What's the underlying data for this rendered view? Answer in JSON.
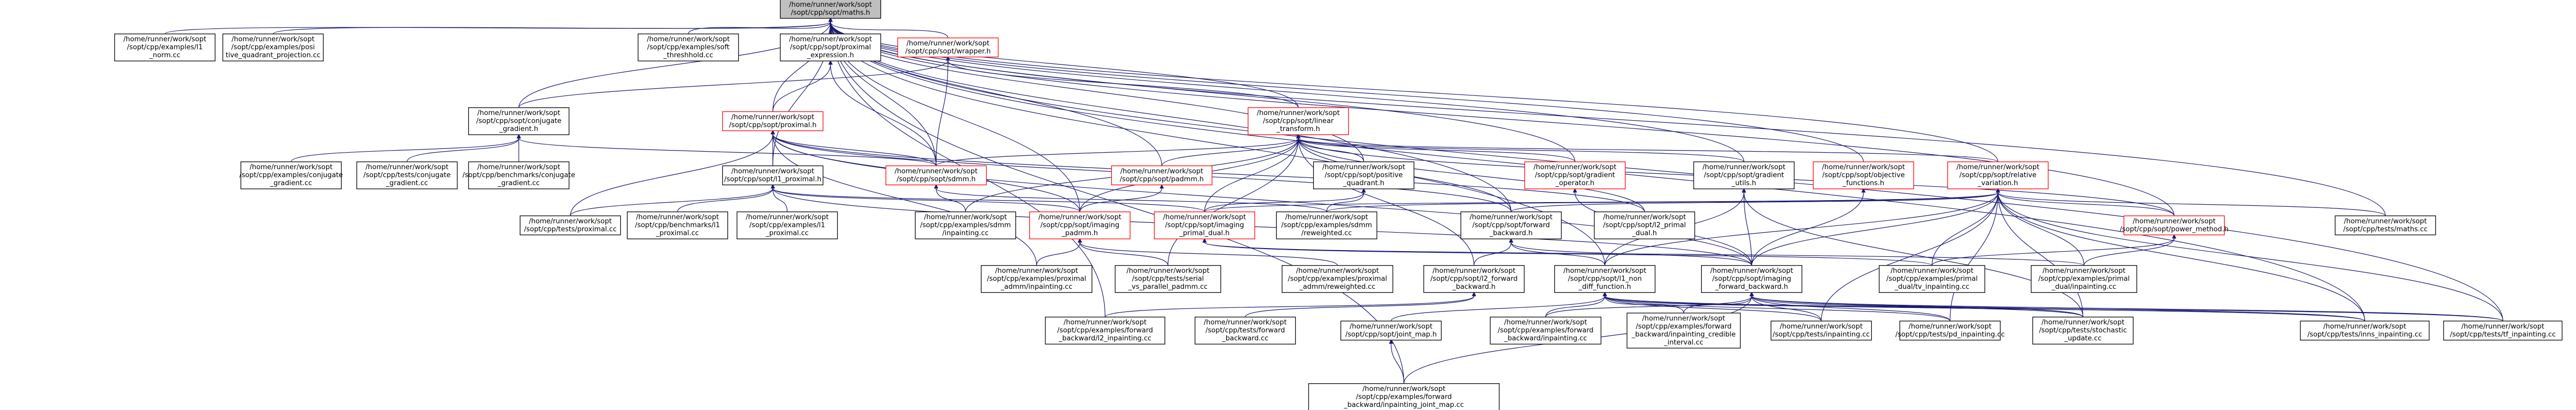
{
  "graph": {
    "nodes": [
      {
        "id": "mathh",
        "lines": [
          "/home/runner/work/sopt",
          "/sopt/cpp/sopt/maths.h"
        ],
        "style": "root"
      },
      {
        "id": "l1norm",
        "lines": [
          "/home/runner/work/sopt",
          "/sopt/cpp/examples/l1",
          "_norm.cc"
        ],
        "style": "normal"
      },
      {
        "id": "posquad",
        "lines": [
          "/home/runner/work/sopt",
          "/sopt/cpp/examples/posi",
          "tive_quadrant_projection.cc"
        ],
        "style": "normal"
      },
      {
        "id": "softthresh",
        "lines": [
          "/home/runner/work/sopt",
          "/sopt/cpp/examples/soft",
          "_threshhold.cc"
        ],
        "style": "normal"
      },
      {
        "id": "proxexpr",
        "lines": [
          "/home/runner/work/sopt",
          "/sopt/cpp/sopt/proximal",
          "_expression.h"
        ],
        "style": "normal"
      },
      {
        "id": "wrapper",
        "lines": [
          "/home/runner/work/sopt",
          "/sopt/cpp/sopt/wrapper.h"
        ],
        "style": "red"
      },
      {
        "id": "conjgrad",
        "lines": [
          "/home/runner/work/sopt",
          "/sopt/cpp/sopt/conjugate",
          "_gradient.h"
        ],
        "style": "normal"
      },
      {
        "id": "proximal",
        "lines": [
          "/home/runner/work/sopt",
          "/sopt/cpp/sopt/proximal.h"
        ],
        "style": "red"
      },
      {
        "id": "lintrans",
        "lines": [
          "/home/runner/work/sopt",
          "/sopt/cpp/sopt/linear",
          "_transform.h"
        ],
        "style": "red"
      },
      {
        "id": "exconj",
        "lines": [
          "/home/runner/work/sopt",
          "/sopt/cpp/examples/conjugate",
          "_gradient.cc"
        ],
        "style": "normal"
      },
      {
        "id": "testconj",
        "lines": [
          "/home/runner/work/sopt",
          "/sopt/cpp/tests/conjugate",
          "_gradient.cc"
        ],
        "style": "normal"
      },
      {
        "id": "benchconj",
        "lines": [
          "/home/runner/work/sopt",
          "/sopt/cpp/benchmarks/conjugate",
          "_gradient.cc"
        ],
        "style": "normal"
      },
      {
        "id": "l1prox",
        "lines": [
          "/home/runner/work/sopt",
          "/sopt/cpp/sopt/l1_proximal.h"
        ],
        "style": "normal"
      },
      {
        "id": "sdmm",
        "lines": [
          "/home/runner/work/sopt",
          "/sopt/cpp/sopt/sdmm.h"
        ],
        "style": "red"
      },
      {
        "id": "padmmh",
        "lines": [
          "/home/runner/work/sopt",
          "/sopt/cpp/sopt/padmm.h"
        ],
        "style": "red"
      },
      {
        "id": "posquadh",
        "lines": [
          "/home/runner/work/sopt",
          "/sopt/cpp/sopt/positive",
          "_quadrant.h"
        ],
        "style": "normal"
      },
      {
        "id": "gradop",
        "lines": [
          "/home/runner/work/sopt",
          "/sopt/cpp/sopt/gradient",
          "_operator.h"
        ],
        "style": "red"
      },
      {
        "id": "gradutils",
        "lines": [
          "/home/runner/work/sopt",
          "/sopt/cpp/sopt/gradient",
          "_utils.h"
        ],
        "style": "normal"
      },
      {
        "id": "objfunc",
        "lines": [
          "/home/runner/work/sopt",
          "/sopt/cpp/sopt/objective",
          "_functions.h"
        ],
        "style": "red"
      },
      {
        "id": "relvar",
        "lines": [
          "/home/runner/work/sopt",
          "/sopt/cpp/sopt/relative",
          "_variation.h"
        ],
        "style": "red"
      },
      {
        "id": "testprox",
        "lines": [
          "/home/runner/work/sopt",
          "/sopt/cpp/tests/proximal.cc"
        ],
        "style": "normal"
      },
      {
        "id": "benchl1",
        "lines": [
          "/home/runner/work/sopt",
          "/sopt/cpp/benchmarks/l1",
          "_proximal.cc"
        ],
        "style": "normal"
      },
      {
        "id": "exl1",
        "lines": [
          "/home/runner/work/sopt",
          "/sopt/cpp/examples/l1",
          "_proximal.cc"
        ],
        "style": "normal"
      },
      {
        "id": "sdmminp",
        "lines": [
          "/home/runner/work/sopt",
          "/sopt/cpp/examples/sdmm",
          "/inpainting.cc"
        ],
        "style": "normal"
      },
      {
        "id": "imgpadmm",
        "lines": [
          "/home/runner/work/sopt",
          "/sopt/cpp/sopt/imaging",
          "_padmm.h"
        ],
        "style": "red"
      },
      {
        "id": "imgprimaldual",
        "lines": [
          "/home/runner/work/sopt",
          "/sopt/cpp/sopt/imaging",
          "_primal_dual.h"
        ],
        "style": "red"
      },
      {
        "id": "sdmmrw",
        "lines": [
          "/home/runner/work/sopt",
          "/sopt/cpp/examples/sdmm",
          "/reweighted.cc"
        ],
        "style": "normal"
      },
      {
        "id": "fwdbwd",
        "lines": [
          "/home/runner/work/sopt",
          "/sopt/cpp/sopt/forward",
          "_backward.h"
        ],
        "style": "normal"
      },
      {
        "id": "l2primal",
        "lines": [
          "/home/runner/work/sopt",
          "/sopt/cpp/sopt/l2_primal",
          "_dual.h"
        ],
        "style": "normal"
      },
      {
        "id": "powermethod",
        "lines": [
          "/home/runner/work/sopt",
          "/sopt/cpp/sopt/power_method.h"
        ],
        "style": "red"
      },
      {
        "id": "testsmaths",
        "lines": [
          "/home/runner/work/sopt",
          "/sopt/cpp/tests/maths.cc"
        ],
        "style": "normal"
      },
      {
        "id": "proxadmminp",
        "lines": [
          "/home/runner/work/sopt",
          "/sopt/cpp/examples/proximal",
          "_admm/inpainting.cc"
        ],
        "style": "normal"
      },
      {
        "id": "serialpadmm",
        "lines": [
          "/home/runner/work/sopt",
          "/sopt/cpp/tests/serial",
          "_vs_parallel_padmm.cc"
        ],
        "style": "normal"
      },
      {
        "id": "proxadmmrw",
        "lines": [
          "/home/runner/work/sopt",
          "/sopt/cpp/examples/proximal",
          "_admm/reweighted.cc"
        ],
        "style": "normal"
      },
      {
        "id": "l2fwdbwd",
        "lines": [
          "/home/runner/work/sopt",
          "/sopt/cpp/sopt/l2_forward",
          "_backward.h"
        ],
        "style": "normal"
      },
      {
        "id": "l1nondiff",
        "lines": [
          "/home/runner/work/sopt",
          "/sopt/cpp/sopt/l1_non",
          "_diff_function.h"
        ],
        "style": "normal"
      },
      {
        "id": "imgfwdbwd",
        "lines": [
          "/home/runner/work/sopt",
          "/sopt/cpp/sopt/imaging",
          "_forward_backward.h"
        ],
        "style": "normal"
      },
      {
        "id": "pdtvinp",
        "lines": [
          "/home/runner/work/sopt",
          "/sopt/cpp/examples/primal",
          "_dual/tv_inpainting.cc"
        ],
        "style": "normal"
      },
      {
        "id": "pdinp",
        "lines": [
          "/home/runner/work/sopt",
          "/sopt/cpp/examples/primal",
          "_dual/inpainting.cc"
        ],
        "style": "normal"
      },
      {
        "id": "fbl2inp",
        "lines": [
          "/home/runner/work/sopt",
          "/sopt/cpp/examples/forward",
          "_backward/l2_inpainting.cc"
        ],
        "style": "normal"
      },
      {
        "id": "testsfb",
        "lines": [
          "/home/runner/work/sopt",
          "/sopt/cpp/tests/forward",
          "_backward.cc"
        ],
        "style": "normal"
      },
      {
        "id": "jointmaph",
        "lines": [
          "/home/runner/work/sopt",
          "/sopt/cpp/sopt/joint_map.h"
        ],
        "style": "normal"
      },
      {
        "id": "fbinp",
        "lines": [
          "/home/runner/work/sopt",
          "/sopt/cpp/examples/forward",
          "_backward/inpainting.cc"
        ],
        "style": "normal"
      },
      {
        "id": "fbcred",
        "lines": [
          "/home/runner/work/sopt",
          "/sopt/cpp/examples/forward",
          "_backward/inpainting_credible",
          "_interval.cc"
        ],
        "style": "normal"
      },
      {
        "id": "testsinp",
        "lines": [
          "/home/runner/work/sopt",
          "/sopt/cpp/tests/inpainting.cc"
        ],
        "style": "normal"
      },
      {
        "id": "testspdinp",
        "lines": [
          "/home/runner/work/sopt",
          "/sopt/cpp/tests/pd_inpainting.cc"
        ],
        "style": "normal"
      },
      {
        "id": "stoch",
        "lines": [
          "/home/runner/work/sopt",
          "/sopt/cpp/tests/stochastic",
          "_update.cc"
        ],
        "style": "normal"
      },
      {
        "id": "fbjointmap",
        "lines": [
          "/home/runner/work/sopt",
          "/sopt/cpp/examples/forward",
          "_backward/inpainting_joint_map.cc"
        ],
        "style": "normal"
      },
      {
        "id": "testsmsinp",
        "lines": [
          "/home/runner/work/sopt",
          "/sopt/cpp/tests/inns_inpainting.cc"
        ],
        "style": "normal"
      },
      {
        "id": "testtfinp",
        "lines": [
          "/home/runner/work/sopt",
          "/sopt/cpp/tests/tf_inpainting.cc"
        ],
        "style": "normal"
      }
    ],
    "edges": [
      [
        "mathh",
        "l1norm"
      ],
      [
        "mathh",
        "posquad"
      ],
      [
        "mathh",
        "softthresh"
      ],
      [
        "mathh",
        "proxexpr"
      ],
      [
        "mathh",
        "wrapper"
      ],
      [
        "mathh",
        "conjgrad"
      ],
      [
        "mathh",
        "proximal"
      ],
      [
        "mathh",
        "lintrans"
      ],
      [
        "mathh",
        "l1prox"
      ],
      [
        "mathh",
        "sdmm"
      ],
      [
        "mathh",
        "posquadh"
      ],
      [
        "mathh",
        "gradop"
      ],
      [
        "mathh",
        "gradutils"
      ],
      [
        "mathh",
        "objfunc"
      ],
      [
        "mathh",
        "relvar"
      ],
      [
        "mathh",
        "testsmaths"
      ],
      [
        "mathh",
        "imgpadmm"
      ],
      [
        "mathh",
        "fwdbwd"
      ],
      [
        "mathh",
        "l1nondiff"
      ],
      [
        "mathh",
        "testsmsinp"
      ],
      [
        "mathh",
        "testtfinp"
      ],
      [
        "mathh",
        "fbjointmap"
      ],
      [
        "mathh",
        "fbl2inp"
      ],
      [
        "mathh",
        "padmmh"
      ],
      [
        "mathh",
        "powermethod"
      ],
      [
        "proxexpr",
        "proximal"
      ],
      [
        "proxexpr",
        "sdmm"
      ],
      [
        "wrapper",
        "lintrans"
      ],
      [
        "wrapper",
        "sdmm"
      ],
      [
        "wrapper",
        "conjgrad"
      ],
      [
        "conjgrad",
        "exconj"
      ],
      [
        "conjgrad",
        "testconj"
      ],
      [
        "conjgrad",
        "benchconj"
      ],
      [
        "conjgrad",
        "sdmm"
      ],
      [
        "proximal",
        "l1prox"
      ],
      [
        "proximal",
        "sdmm"
      ],
      [
        "proximal",
        "testprox"
      ],
      [
        "proximal",
        "imgpadmm"
      ],
      [
        "proximal",
        "l2primal"
      ],
      [
        "proximal",
        "fwdbwd"
      ],
      [
        "proximal",
        "imgfwdbwd"
      ],
      [
        "proximal",
        "proxadmminp"
      ],
      [
        "lintrans",
        "sdmm"
      ],
      [
        "lintrans",
        "padmmh"
      ],
      [
        "lintrans",
        "posquadh"
      ],
      [
        "lintrans",
        "gradop"
      ],
      [
        "lintrans",
        "gradutils"
      ],
      [
        "lintrans",
        "relvar"
      ],
      [
        "lintrans",
        "imgpadmm"
      ],
      [
        "lintrans",
        "imgprimaldual"
      ],
      [
        "lintrans",
        "l2primal"
      ],
      [
        "lintrans",
        "powermethod"
      ],
      [
        "lintrans",
        "fwdbwd"
      ],
      [
        "lintrans",
        "sdmminp"
      ],
      [
        "lintrans",
        "l2fwdbwd"
      ],
      [
        "lintrans",
        "serialpadmm"
      ],
      [
        "l1prox",
        "testprox"
      ],
      [
        "l1prox",
        "benchl1"
      ],
      [
        "l1prox",
        "exl1"
      ],
      [
        "l1prox",
        "imgpadmm"
      ],
      [
        "l1prox",
        "imgprimaldual"
      ],
      [
        "l1prox",
        "imgfwdbwd"
      ],
      [
        "sdmm",
        "sdmminp"
      ],
      [
        "sdmm",
        "sdmmrw"
      ],
      [
        "padmmh",
        "imgpadmm"
      ],
      [
        "posquadh",
        "imgprimaldual"
      ],
      [
        "posquadh",
        "sdmmrw"
      ],
      [
        "gradop",
        "imgfwdbwd"
      ],
      [
        "gradutils",
        "imgfwdbwd"
      ],
      [
        "gradutils",
        "l1nondiff"
      ],
      [
        "gradutils",
        "stoch"
      ],
      [
        "objfunc",
        "imgfwdbwd"
      ],
      [
        "relvar",
        "powermethod"
      ],
      [
        "relvar",
        "fwdbwd"
      ],
      [
        "relvar",
        "imgprimaldual"
      ],
      [
        "relvar",
        "testsmaths"
      ],
      [
        "relvar",
        "l1nondiff"
      ],
      [
        "relvar",
        "imgfwdbwd"
      ],
      [
        "relvar",
        "pdtvinp"
      ],
      [
        "relvar",
        "pdinp"
      ],
      [
        "relvar",
        "testsinp"
      ],
      [
        "relvar",
        "testspdinp"
      ],
      [
        "relvar",
        "stoch"
      ],
      [
        "relvar",
        "testsmsinp"
      ],
      [
        "relvar",
        "testtfinp"
      ],
      [
        "relvar",
        "sdmmrw"
      ],
      [
        "imgpadmm",
        "proxadmminp"
      ],
      [
        "imgpadmm",
        "serialpadmm"
      ],
      [
        "imgpadmm",
        "proxadmmrw"
      ],
      [
        "imgprimaldual",
        "pdtvinp"
      ],
      [
        "imgprimaldual",
        "pdinp"
      ],
      [
        "fwdbwd",
        "imgfwdbwd"
      ],
      [
        "fwdbwd",
        "l2fwdbwd"
      ],
      [
        "fwdbwd",
        "l1nondiff"
      ],
      [
        "powermethod",
        "pdtvinp"
      ],
      [
        "powermethod",
        "pdinp"
      ],
      [
        "l2fwdbwd",
        "fbl2inp"
      ],
      [
        "l2fwdbwd",
        "testsfb"
      ],
      [
        "l1nondiff",
        "jointmaph"
      ],
      [
        "l1nondiff",
        "fbinp"
      ],
      [
        "l1nondiff",
        "fbcred"
      ],
      [
        "l1nondiff",
        "testsinp"
      ],
      [
        "l1nondiff",
        "testspdinp"
      ],
      [
        "l1nondiff",
        "stoch"
      ],
      [
        "l1nondiff",
        "testsmsinp"
      ],
      [
        "l1nondiff",
        "testtfinp"
      ],
      [
        "imgfwdbwd",
        "fbinp"
      ],
      [
        "imgfwdbwd",
        "fbcred"
      ],
      [
        "imgfwdbwd",
        "testsinp"
      ],
      [
        "imgfwdbwd",
        "testspdinp"
      ],
      [
        "imgfwdbwd",
        "stoch"
      ],
      [
        "imgfwdbwd",
        "fbjointmap"
      ],
      [
        "imgfwdbwd",
        "testsmsinp"
      ],
      [
        "imgfwdbwd",
        "testtfinp"
      ],
      [
        "jointmaph",
        "fbjointmap"
      ]
    ]
  }
}
